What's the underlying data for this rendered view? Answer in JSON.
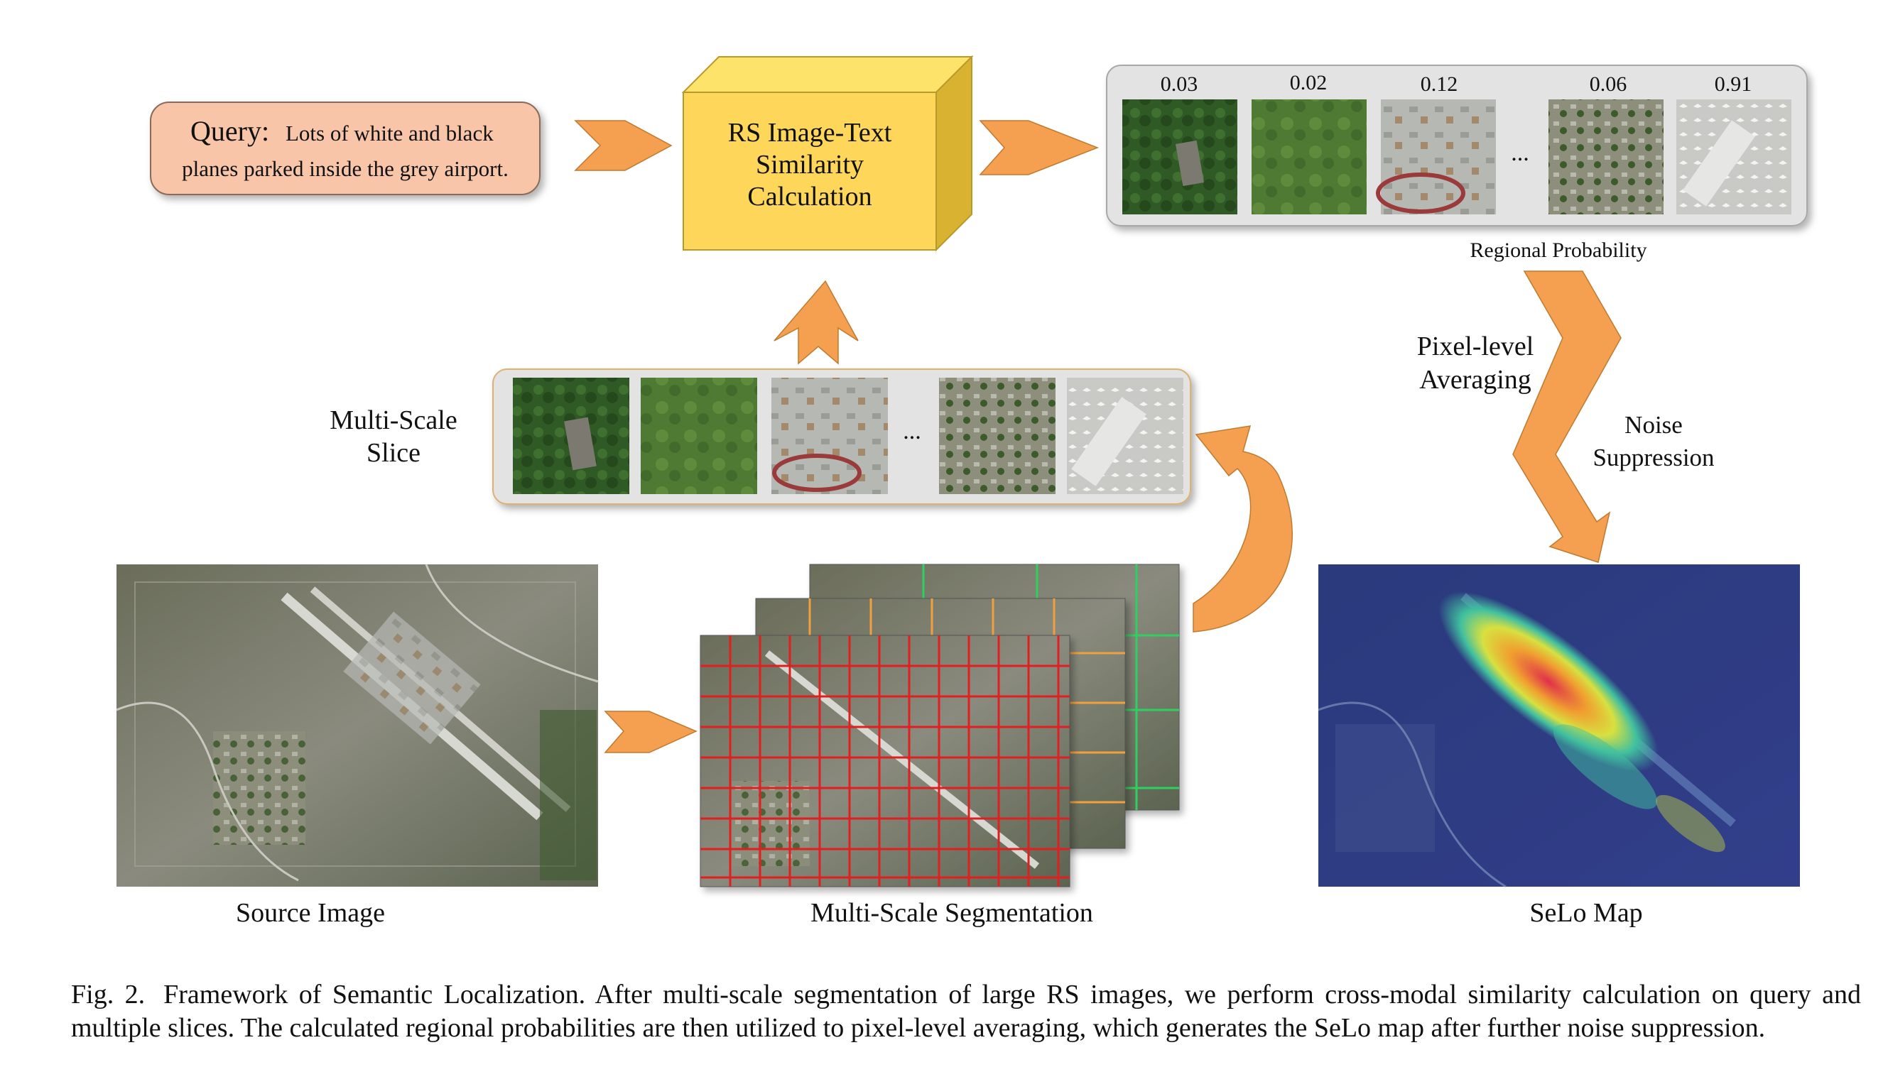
{
  "query": {
    "label": "Query:",
    "text_line1": "Lots of white and black",
    "text_line2": "planes parked inside the grey airport."
  },
  "similarity_box": {
    "line1": "RS Image-Text",
    "line2": "Similarity",
    "line3": "Calculation"
  },
  "regional_probability": {
    "scores": [
      "0.03",
      "0.02",
      "0.12",
      "0.06",
      "0.91"
    ],
    "ellipsis": "...",
    "label": "Regional Probability"
  },
  "pixel_averaging": {
    "line1": "Pixel-level",
    "line2": "Averaging"
  },
  "noise_suppression": {
    "line1": "Noise",
    "line2": "Suppression"
  },
  "multi_scale_slice": {
    "line1": "Multi-Scale",
    "line2": "Slice",
    "ellipsis": "..."
  },
  "panels": {
    "source_image": "Source Image",
    "segmentation": "Multi-Scale Segmentation",
    "selo_map": "SeLo Map"
  },
  "caption": {
    "tag": "Fig. 2.",
    "text": "Framework of Semantic Localization. After multi-scale segmentation of large RS images, we perform cross-modal similarity calculation on query and multiple slices. The calculated regional probabilities are then utilized to pixel-level averaging, which generates the SeLo map after further noise suppression."
  },
  "colors": {
    "arrow": "#f4a050",
    "query_box": "#f9c5a8",
    "similarity_box": "#fdd65a",
    "strip": "#e3e3e3",
    "grid_red": "#e02020",
    "grid_orange": "#f0a040",
    "grid_green": "#30d060"
  }
}
